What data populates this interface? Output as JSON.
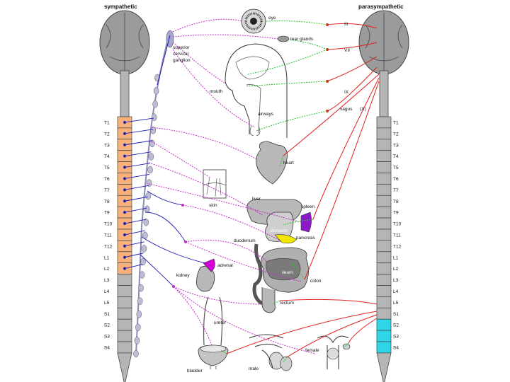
{
  "headers": {
    "sympathetic": "sympathetic",
    "parasympathetic": "parasympathetic"
  },
  "labels": {
    "eye": "eye",
    "tear_glands": "tear glands",
    "sup1": "superior",
    "sup2": "cervical",
    "sup3": "ganglion",
    "mouth": "mouth",
    "airways": "airways",
    "heart": "heart",
    "skin": "skin",
    "liver": "liver",
    "spleen": "spleen",
    "stomach": "stomach",
    "pancreas": "pancreas",
    "duodenum": "duodenum",
    "adrenal": "adrenal",
    "kidney": "kidney",
    "ileum": "ileum",
    "colon": "colon",
    "rectum": "rectum",
    "ureter": "ureter",
    "bladder": "bladder",
    "male": "male",
    "female": "female"
  },
  "cranial_nerves": {
    "III": "III",
    "VII": "VII",
    "IX": "IX",
    "vagus": "vagus",
    "X": "(X)"
  },
  "spinal_segments": [
    "T1",
    "T2",
    "T3",
    "T4",
    "T5",
    "T6",
    "T7",
    "T8",
    "T9",
    "T10",
    "T11",
    "T12",
    "L1",
    "L2",
    "L3",
    "L4",
    "L5",
    "S1",
    "S2",
    "S3",
    "S4"
  ],
  "colors": {
    "brain": "#9b9b9b",
    "cord": "#b5b5b5",
    "sympathetic_outflow": "#f6b27a",
    "parasympathetic_outflow": "#2fd6e6",
    "sympathetic_pre": "#1f1fb4",
    "sympathetic_post": "#c22fc8",
    "parasympathetic_pre": "#e02020",
    "parasympathetic_post": "#22c22a",
    "organ": "#b8b8b8",
    "spleen": "#8c1acb",
    "adrenal": "#d500d8",
    "pancreas": "#f1e600"
  }
}
